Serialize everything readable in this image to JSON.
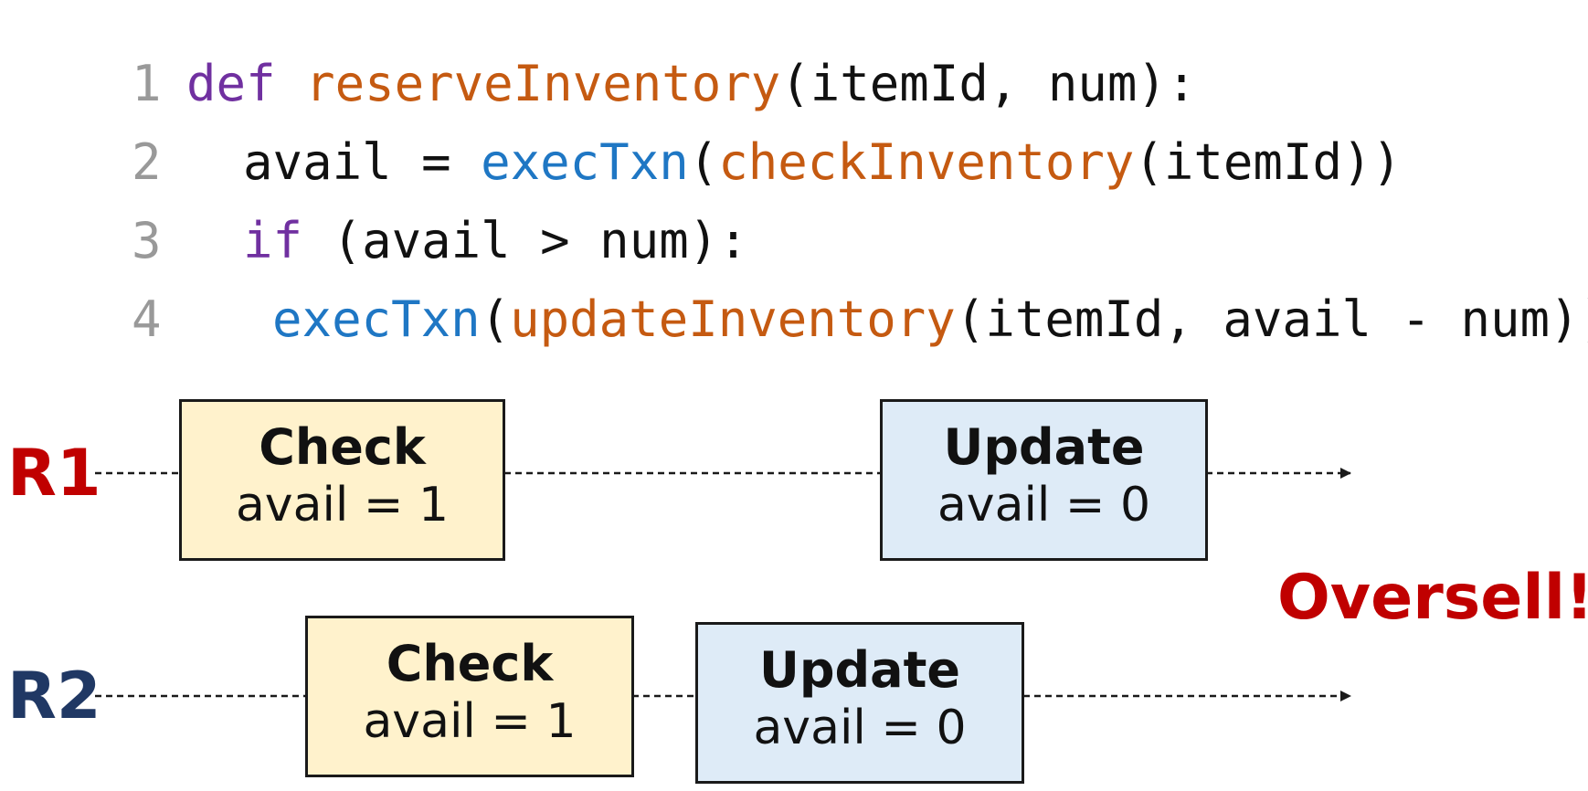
{
  "code": {
    "lines": [
      {
        "num": "1",
        "tokens": [
          {
            "t": "def ",
            "c": "kw"
          },
          {
            "t": "reserveInventory",
            "c": "fn"
          },
          {
            "t": "(itemId, num):",
            "c": ""
          }
        ]
      },
      {
        "num": "2",
        "tokens": [
          {
            "t": "avail = ",
            "c": ""
          },
          {
            "t": "execTxn",
            "c": "txn"
          },
          {
            "t": "(",
            "c": ""
          },
          {
            "t": "checkInventory",
            "c": "fn"
          },
          {
            "t": "(itemId))",
            "c": ""
          }
        ]
      },
      {
        "num": "3",
        "tokens": [
          {
            "t": "if",
            "c": "kw"
          },
          {
            "t": " (avail > num):",
            "c": ""
          }
        ]
      },
      {
        "num": "4",
        "tokens": [
          {
            "t": "execTxn",
            "c": "txn"
          },
          {
            "t": "(",
            "c": ""
          },
          {
            "t": "updateInventory",
            "c": "fn"
          },
          {
            "t": "(itemId, avail - num))",
            "c": ""
          }
        ]
      }
    ]
  },
  "timeline": {
    "r1": {
      "label": "R1",
      "check": {
        "title": "Check",
        "value": "avail = 1"
      },
      "update": {
        "title": "Update",
        "value": "avail = 0"
      }
    },
    "r2": {
      "label": "R2",
      "check": {
        "title": "Check",
        "value": "avail = 1"
      },
      "update": {
        "title": "Update",
        "value": "avail = 0"
      }
    },
    "result": "Oversell!"
  },
  "colors": {
    "keyword": "#7030a0",
    "function": "#c55a11",
    "txn": "#1f77c4",
    "r1": "#c00000",
    "r2": "#203864",
    "check_fill": "#fff2cc",
    "update_fill": "#deebf7"
  }
}
